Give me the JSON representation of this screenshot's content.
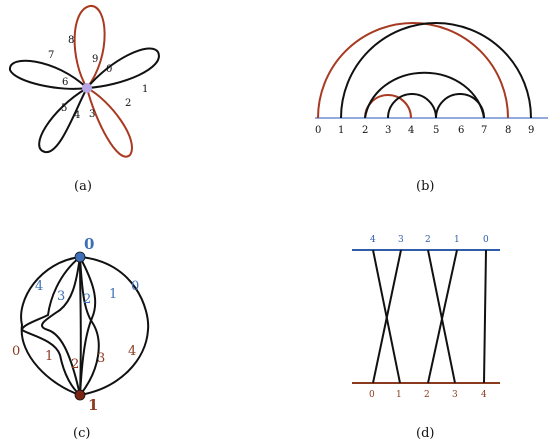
{
  "colors": {
    "black": "#111111",
    "red": "#a83a22",
    "blue": "#2f5da8",
    "blue_label": "#3b6fb6",
    "red_label": "#8a3a1f",
    "vertex_purple": "#b9a6e6",
    "vertex_blue": "#3e6fb8",
    "vertex_red": "#7a2414",
    "axis_blue": "#6f8fd1"
  },
  "panels": {
    "a": {
      "caption": "(a)",
      "labels": [
        "0",
        "1",
        "2",
        "3",
        "4",
        "5",
        "6",
        "7",
        "8",
        "9"
      ]
    },
    "b": {
      "caption": "(b)",
      "ticks": [
        "0",
        "1",
        "2",
        "3",
        "4",
        "5",
        "6",
        "7",
        "8",
        "9"
      ]
    },
    "c": {
      "caption": "(c)",
      "top_vertex": "0",
      "bottom_vertex": "1",
      "blue_labels": [
        "4",
        "3",
        "2",
        "1",
        "0"
      ],
      "red_labels": [
        "0",
        "1",
        "2",
        "3",
        "4"
      ]
    },
    "d": {
      "caption": "(d)",
      "top_labels": [
        "4",
        "3",
        "2",
        "1",
        "0"
      ],
      "bottom_labels": [
        "0",
        "1",
        "2",
        "3",
        "4"
      ]
    }
  }
}
